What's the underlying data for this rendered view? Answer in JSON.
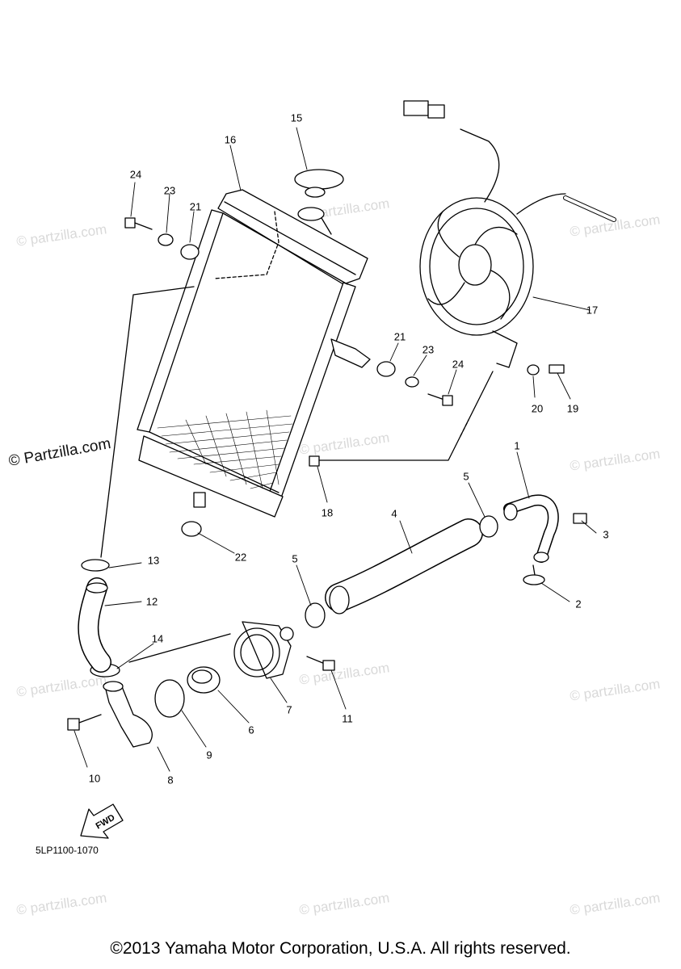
{
  "watermark": {
    "text": "© Partzilla.com",
    "text_lower": "© partzilla.com"
  },
  "callouts": {
    "c1": "1",
    "c2": "2",
    "c3": "3",
    "c4": "4",
    "c5a": "5",
    "c5b": "5",
    "c6": "6",
    "c7": "7",
    "c8": "8",
    "c9": "9",
    "c10": "10",
    "c11": "11",
    "c12": "12",
    "c13": "13",
    "c14": "14",
    "c15": "15",
    "c16": "16",
    "c17": "17",
    "c18": "18",
    "c19": "19",
    "c20": "20",
    "c21a": "21",
    "c21b": "21",
    "c22": "22",
    "c23a": "23",
    "c23b": "23",
    "c24a": "24",
    "c24b": "24"
  },
  "fwd_label": "FWD",
  "diagram_code": "5LP1100-1070",
  "copyright": "©2013 Yamaha Motor Corporation, U.S.A. All rights reserved.",
  "colors": {
    "line": "#000000",
    "watermark": "#d9d9d9",
    "background": "#ffffff"
  }
}
